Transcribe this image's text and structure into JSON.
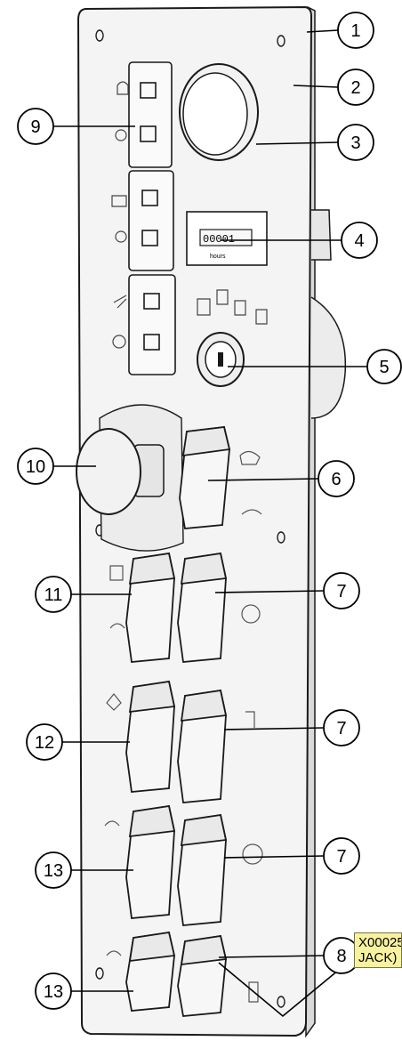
{
  "figure": {
    "figure_id_line1": "X00025",
    "figure_id_line2": "JACK)",
    "callouts": [
      "1",
      "2",
      "3",
      "4",
      "5",
      "6",
      "7",
      "7",
      "7",
      "8",
      "9",
      "10",
      "11",
      "12",
      "13",
      "13"
    ],
    "hour_meter_digits": "00001",
    "hour_meter_unit": "hours"
  },
  "colors": {
    "panel": "#f4f4f4",
    "outline": "#1a1a1a",
    "label_bg": "#f7f2a0"
  }
}
